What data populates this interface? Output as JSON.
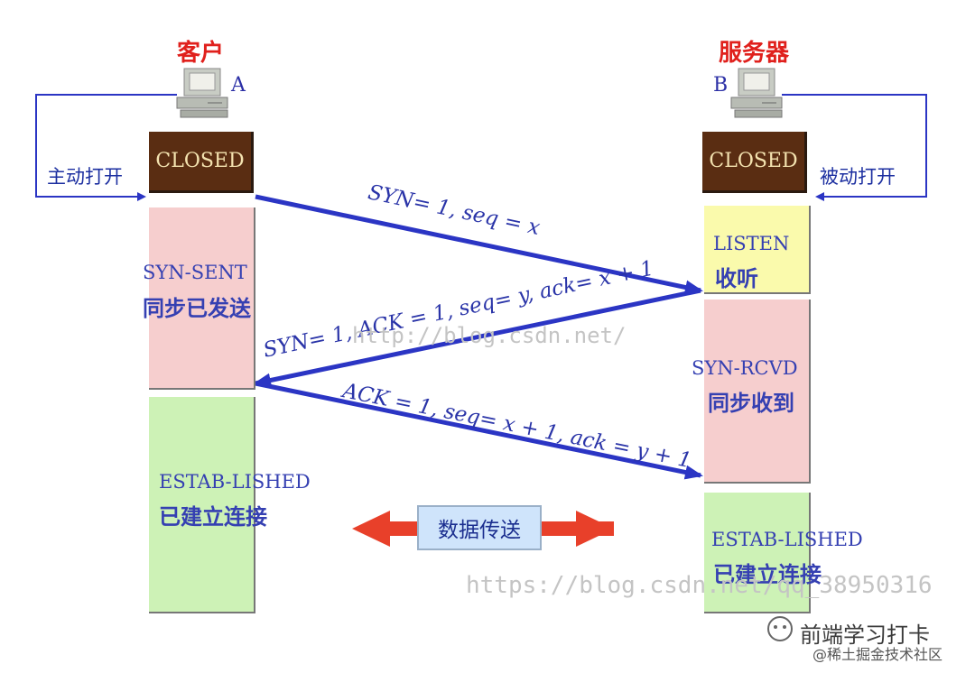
{
  "client": {
    "role": "客户",
    "letter": "A",
    "open_label": "主动打开"
  },
  "server": {
    "role": "服务器",
    "letter": "B",
    "open_label": "被动打开"
  },
  "states": {
    "client_closed": "CLOSED",
    "server_closed": "CLOSED",
    "syn_sent_en": "SYN-SENT",
    "syn_sent_cn": "同步已发送",
    "listen_en": "LISTEN",
    "listen_cn": "收听",
    "syn_rcvd_en": "SYN-RCVD",
    "syn_rcvd_cn": "同步收到",
    "client_estab_en": "ESTAB-LISHED",
    "client_estab_cn": "已建立连接",
    "server_estab_en": "ESTAB-LISHED",
    "server_estab_cn": "已建立连接"
  },
  "messages": {
    "syn": "SYN= 1, seq = x",
    "syn_ack": "SYN= 1, ACK = 1, seq= y, ack= x + 1",
    "ack": "ACK = 1, seq= x + 1, ack = y + 1"
  },
  "data_transfer": "数据传送",
  "watermarks": {
    "center": "http://blog.csdn.net/",
    "bottom": "https://blog.csdn.net/qq_38950316"
  },
  "footer": {
    "brand": "前端学习打卡",
    "sub": "@稀土掘金技术社区"
  },
  "colors": {
    "closed_bg": "#5a2d12",
    "pink": "#f6cece",
    "green": "#cdf2b6",
    "yellow": "#fafaac",
    "arrow_blue": "#2b35c4",
    "red_arrow": "#e8402a"
  },
  "icons": {
    "computer": "computer-icon",
    "double_arrow": "double-arrow-icon"
  }
}
